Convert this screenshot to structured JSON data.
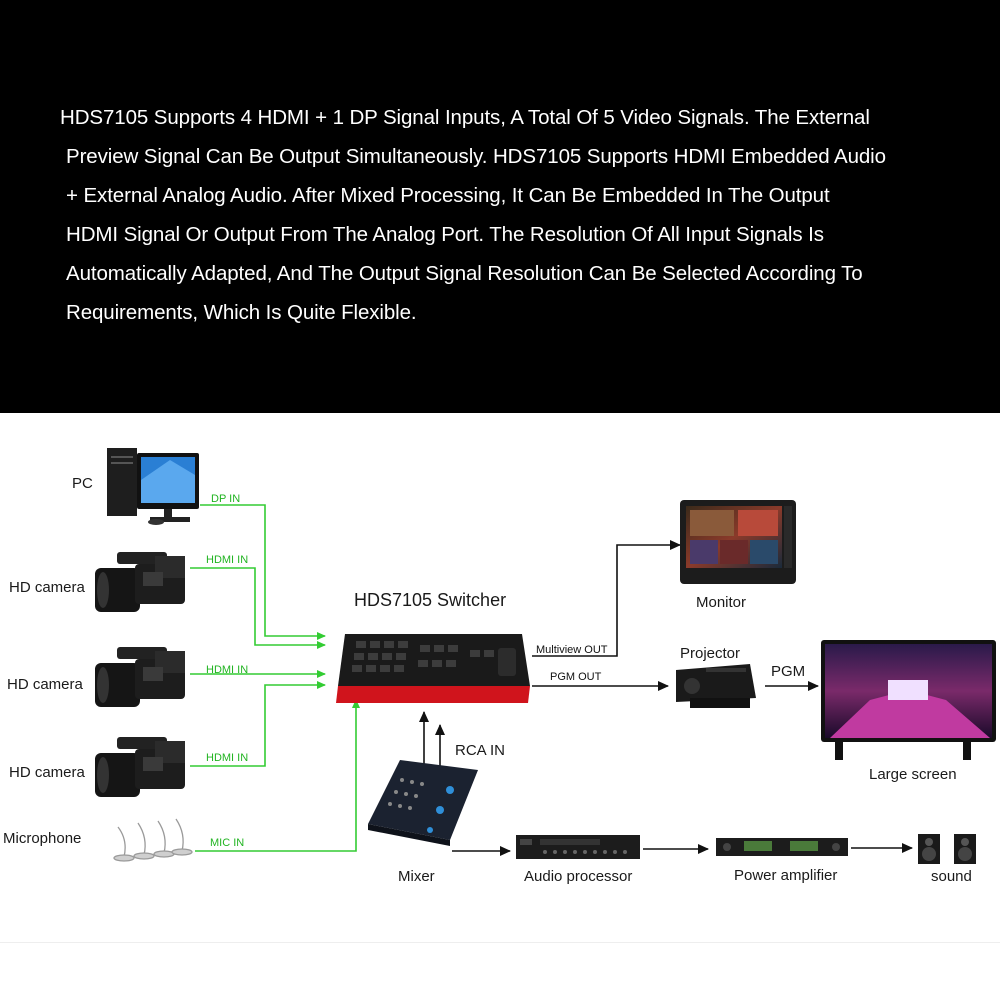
{
  "description": {
    "lines": [
      "HDS7105 Supports 4 HDMI + 1 DP Signal Inputs, A Total Of 5 Video Signals. The External",
      "Preview Signal Can Be Output Simultaneously. HDS7105 Supports HDMI Embedded Audio",
      "+ External Analog Audio. After Mixed Processing, It Can Be Embedded In The Output",
      "HDMI Signal Or Output From The Analog Port. The Resolution Of All Input Signals Is",
      "Automatically Adapted, And The Output Signal Resolution Can Be Selected According To",
      "Requirements, Which Is Quite Flexible."
    ]
  },
  "diagram": {
    "switcher_title": "HDS7105 Switcher",
    "sources": {
      "pc": "PC",
      "camera1": "HD camera",
      "camera2": "HD camera",
      "camera3": "HD camera",
      "microphone": "Microphone"
    },
    "signals": {
      "dp_in": "DP IN",
      "hdmi_in_1": "HDMI IN",
      "hdmi_in_2": "HDMI IN",
      "hdmi_in_3": "HDMI IN",
      "mic_in": "MIC IN",
      "rca_in": "RCA IN",
      "multiview_out": "Multiview OUT",
      "pgm_out": "PGM OUT",
      "pgm": "PGM"
    },
    "devices": {
      "monitor": "Monitor",
      "projector": "Projector",
      "large_screen": "Large screen",
      "mixer": "Mixer",
      "audio_processor": "Audio processor",
      "power_amplifier": "Power amplifier",
      "sound": "sound"
    },
    "colors": {
      "input_line": "#33cc33",
      "output_line": "#111111",
      "switcher_accent": "#d0141c",
      "banner_background": "#000000"
    }
  }
}
